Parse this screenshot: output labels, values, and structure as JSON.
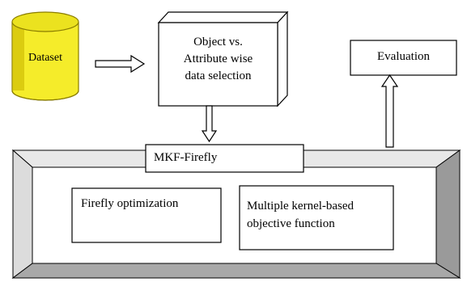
{
  "nodes": {
    "dataset": "Dataset",
    "selection": [
      "Object vs.",
      "Attribute wise",
      "data selection"
    ],
    "evaluation": "Evaluation",
    "mkf": "MKF-Firefly",
    "firefly": "Firefly optimization",
    "objective": [
      "Multiple kernel-based",
      "objective function"
    ]
  },
  "colors": {
    "cylinder_fill": "#f5ec2a",
    "cylinder_shade": "#c9b800",
    "cylinder_stroke": "#8a7d00",
    "bevel_light": "#e8e8e8",
    "bevel_dark": "#9a9a9a",
    "line": "#000000"
  }
}
